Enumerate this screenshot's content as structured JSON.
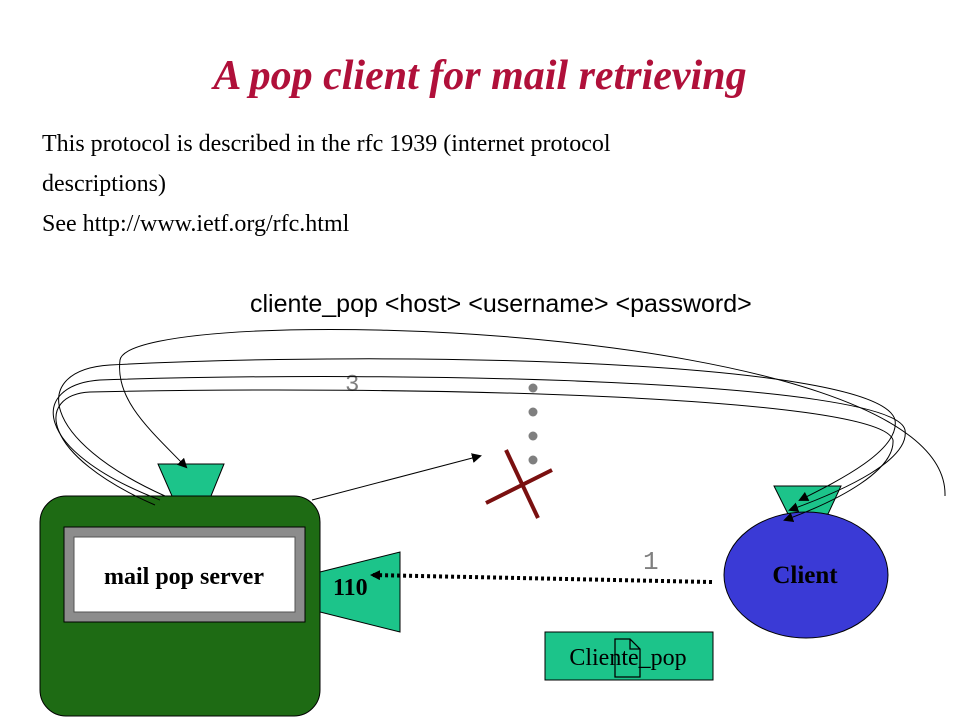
{
  "slide": {
    "title": "A pop client for mail retrieving",
    "description_line1": "This protocol is described in the rfc 1939 (internet protocol",
    "description_line2": "descriptions)",
    "see_line": "See http://www.ietf.org/rfc.html",
    "command_syntax": "cliente_pop <host> <username> <password>"
  },
  "diagram": {
    "server_label": "mail pop server",
    "port_label": "110",
    "client_label": "Client",
    "program_label": "Cliente_pop",
    "step_1": "1",
    "step_3": "3",
    "colors": {
      "title": "#b0103a",
      "server_body": "#1e6b14",
      "socket": "#1cc48a",
      "client": "#3a3ad6",
      "cross": "#7a1010",
      "dots": "#7f7f7f"
    }
  }
}
